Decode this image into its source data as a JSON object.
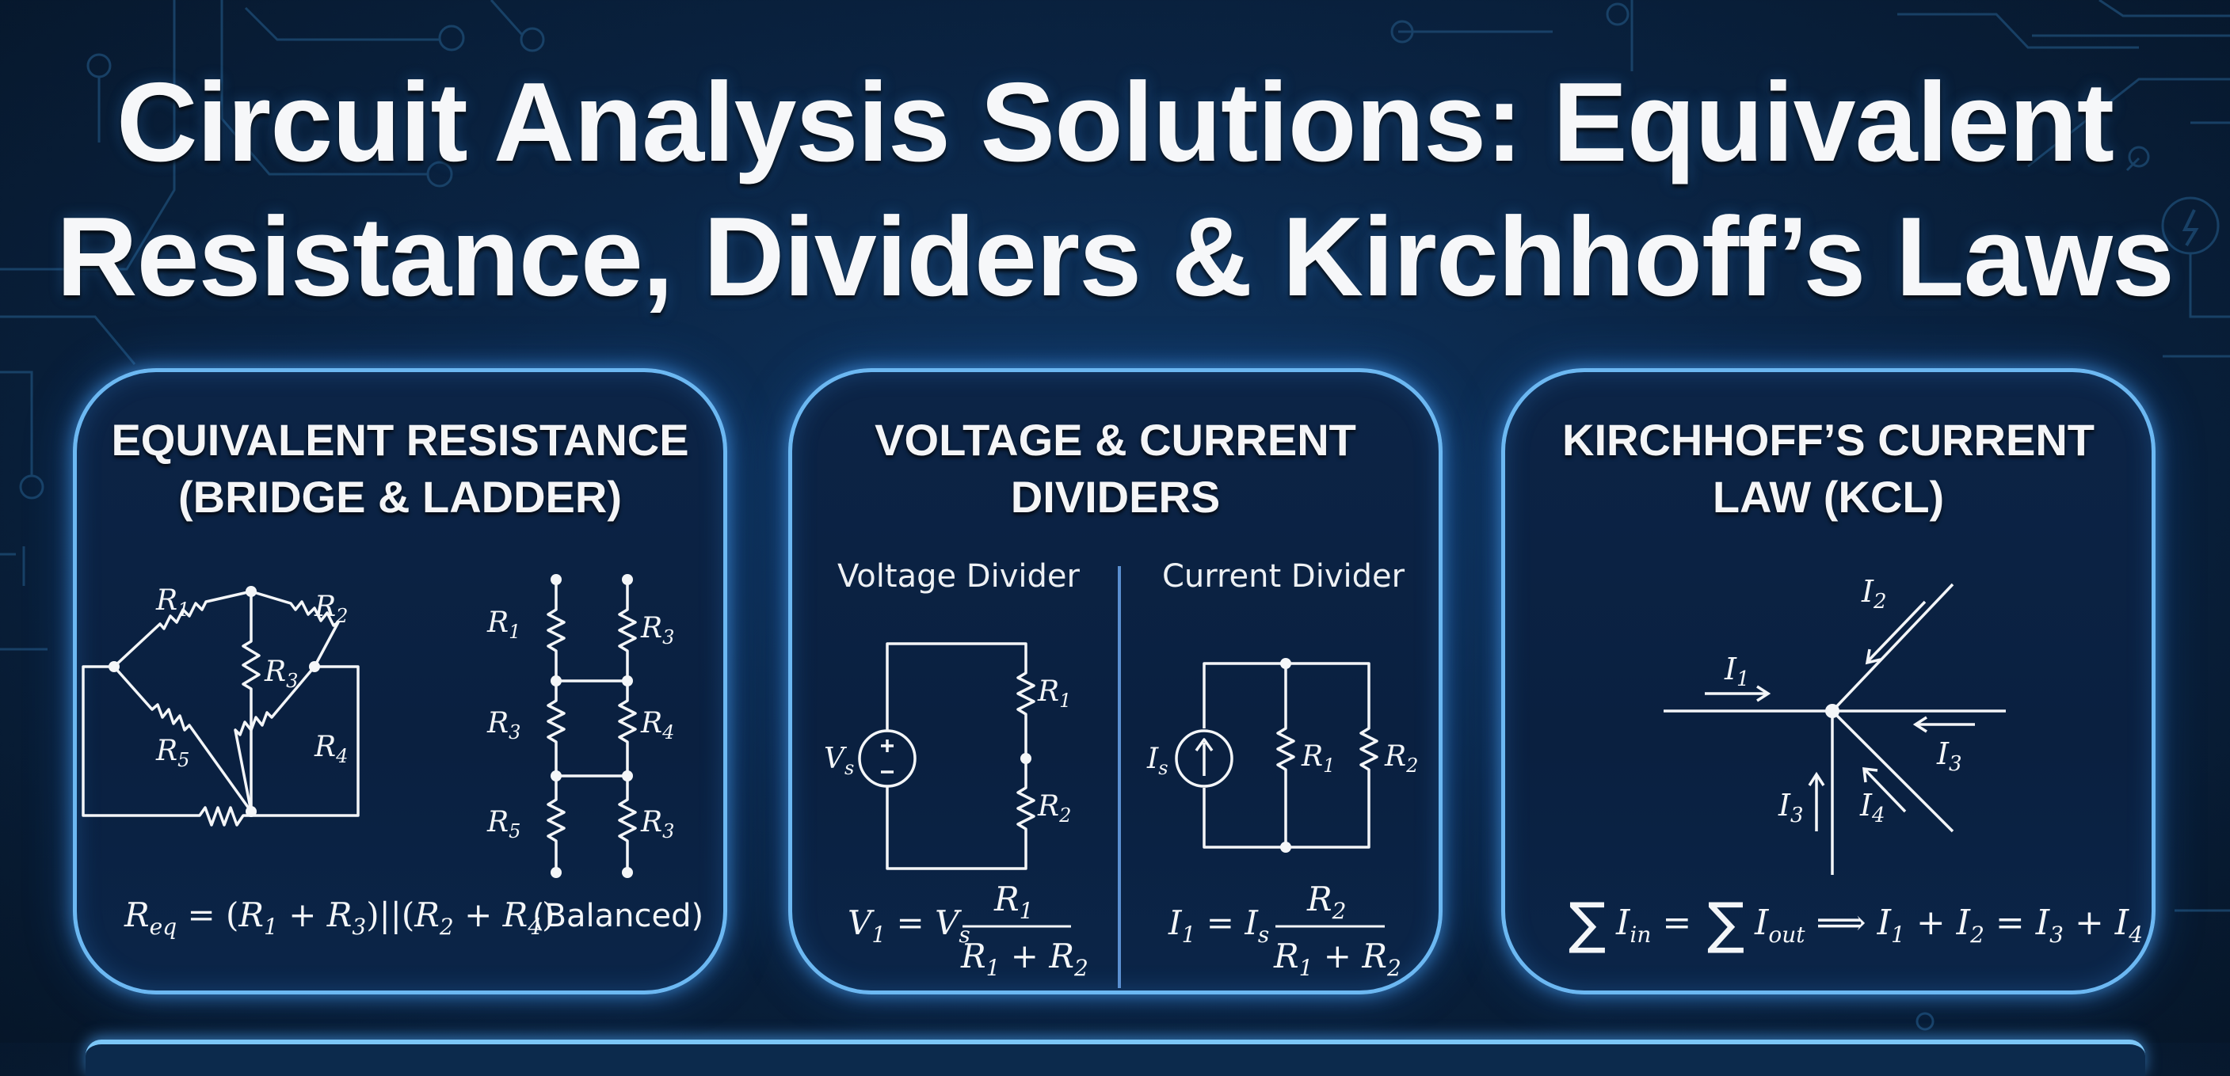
{
  "title": {
    "line1": "Circuit Analysis Solutions: Equivalent",
    "line2": "Resistance, Dividers & Kirchhoff’s Laws"
  },
  "colors": {
    "background": "#0a2444",
    "panel_border": "#6cb8f2",
    "text": "#f4f6f8",
    "divider": "#5a8fd0"
  },
  "panels": [
    {
      "title_line1": "EQUIVALENT RESISTANCE",
      "title_line2": "(BRIDGE & LADDER)",
      "bridge_labels": [
        "R1",
        "R2",
        "R3",
        "R5",
        "R4"
      ],
      "ladder_labels": [
        "R1",
        "R3",
        "R3",
        "R4",
        "R5",
        "R3"
      ],
      "formula": {
        "lhs": "R",
        "lhs_sub": "eq",
        "rhs": "= (R₁ + R₃)||(R₂ + R₄)",
        "note": "(Balanced)"
      }
    },
    {
      "title_line1": "VOLTAGE & CURRENT",
      "title_line2": "DIVIDERS",
      "voltage_divider": {
        "label": "Voltage Divider",
        "source": "Vs",
        "resistors": [
          "R1",
          "R2"
        ],
        "formula_lhs": "V₁ = Vₛ",
        "numerator": "R₁",
        "denominator": "R₁ + R₂"
      },
      "current_divider": {
        "label": "Current Divider",
        "source": "Is",
        "resistors": [
          "R1",
          "R2"
        ],
        "formula_lhs": "I₁ = Iₛ",
        "numerator": "R₂",
        "denominator": "R₁ + R₂"
      }
    },
    {
      "title_line1": "KIRCHHOFF’S CURRENT",
      "title_line2": "LAW (KCL)",
      "currents": [
        "I1",
        "I2",
        "I3",
        "I3",
        "I4"
      ],
      "formula": "∑ Iᵢₙ = ∑ Iₒᵤₜ ⟹ I₁ + I₂ = I₃ + I₄"
    }
  ]
}
